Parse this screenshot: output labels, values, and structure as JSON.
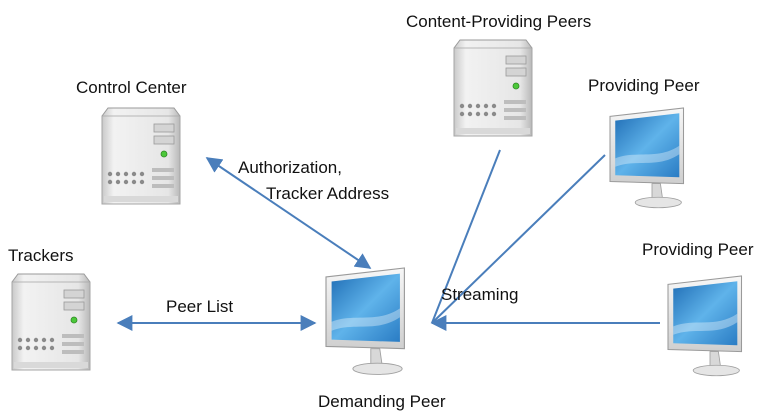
{
  "nodes": {
    "content_providing_peers": {
      "label": "Content-Providing Peers",
      "icon": "server-icon"
    },
    "control_center": {
      "label": "Control Center",
      "icon": "server-icon"
    },
    "providing_peer_top": {
      "label": "Providing Peer",
      "icon": "monitor-icon"
    },
    "trackers": {
      "label": "Trackers",
      "icon": "server-icon"
    },
    "providing_peer_right": {
      "label": "Providing Peer",
      "icon": "monitor-icon"
    },
    "demanding_peer": {
      "label": "Demanding Peer",
      "icon": "monitor-icon"
    }
  },
  "edges": {
    "authorization": {
      "line1": "Authorization,",
      "line2": "Tracker Address"
    },
    "peer_list": {
      "label": "Peer List"
    },
    "streaming": {
      "label": "Streaming"
    }
  },
  "colors": {
    "arrow": "#4a7ebb",
    "monitor_screen": "#3a8fd0",
    "server_body": "#e6e6e6"
  }
}
